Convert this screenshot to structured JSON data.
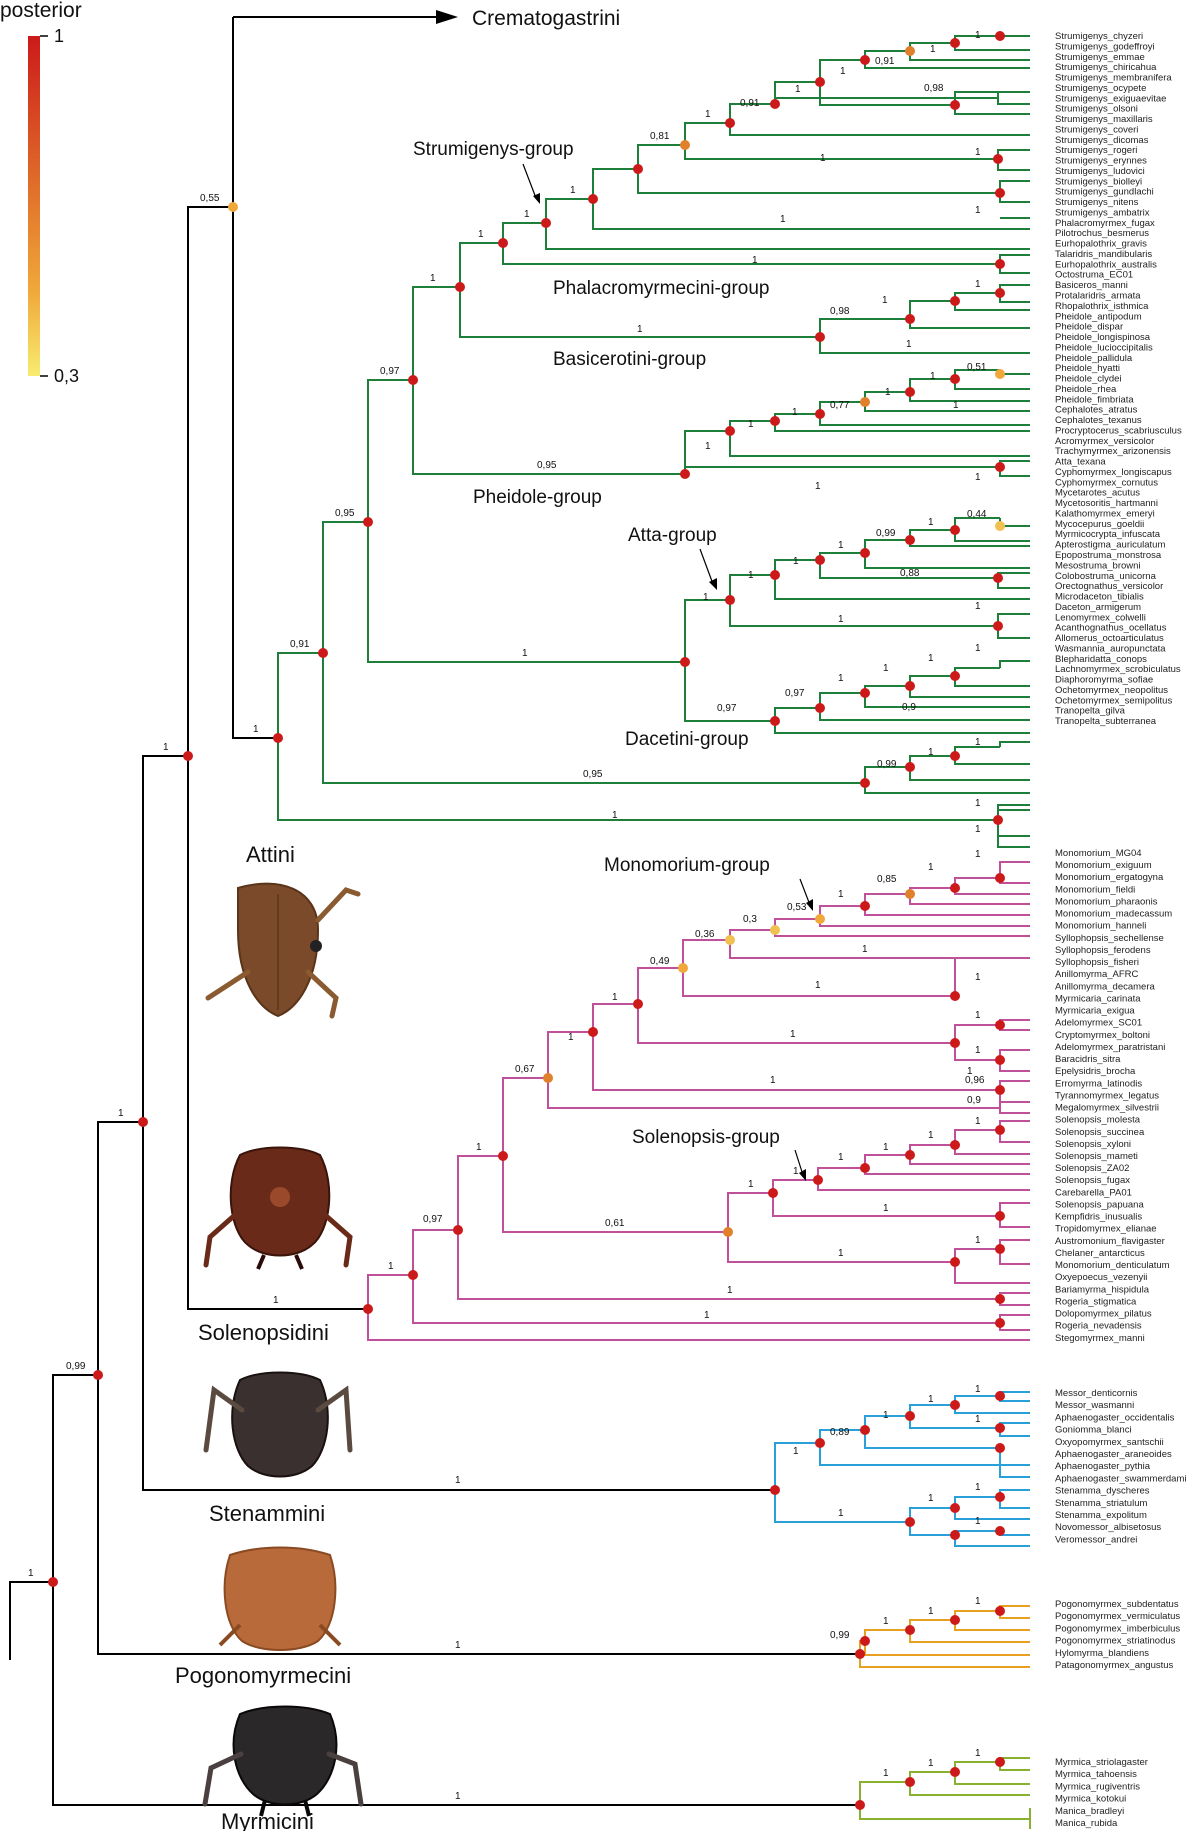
{
  "legend": {
    "title": "posterior",
    "max": "1",
    "min": "0,3",
    "colors": [
      "#cc1a1a",
      "#e0702a",
      "#f0a83a",
      "#f8ec70"
    ]
  },
  "colors": {
    "attini": "#1e7f3a",
    "solenopsidini": "#c0509a",
    "stenammini": "#2aa0d8",
    "pogonomyrmecini": "#e8a020",
    "myrmicini": "#8ab030",
    "spine": "#000000",
    "node_high": "#cc1a1a",
    "node_mid": "#e0802a",
    "node_low": "#f0c050"
  },
  "outgroup": {
    "label": "Crematogastrini"
  },
  "tribes": {
    "attini": "Attini",
    "solenopsidini": "Solenopsidini",
    "stenammini": "Stenammini",
    "pogonomyrmecini": "Pogonomyrmecini",
    "myrmicini": "Myrmicini"
  },
  "groups": {
    "strumigenys": "Strumigenys-group",
    "phalacromyrmecini": "Phalacromyrmecini-group",
    "basicerotini": "Basicerotini-group",
    "pheidole": "Pheidole-group",
    "atta": "Atta-group",
    "dacetini": "Dacetini-group",
    "monomorium": "Monomorium-group",
    "solenopsis": "Solenopsis-group"
  },
  "images": {
    "attini": "ant-head-brown-icon",
    "solenopsidini": "ant-head-dark-red-icon",
    "stenammini": "ant-head-black-icon",
    "pogonomyrmecini": "ant-head-orange-icon",
    "myrmicini": "ant-head-black-icon"
  },
  "supports": {
    "root": "1",
    "n099": "0,99",
    "n1a": "1",
    "n1b": "1",
    "n055": "0,55",
    "attini_crown": "1",
    "n091": "0,91",
    "n095": "0,95",
    "n097": "0,97",
    "n1c": "1",
    "n1d": "1",
    "n1e": "1",
    "n081": "0,81",
    "n091b": "0,91",
    "n098": "0,98",
    "n095b": "0,95",
    "n077": "0,77",
    "n051": "0,51",
    "n044": "0,44",
    "n099b": "0,99",
    "n088": "0,88",
    "n097b": "0,97",
    "n097c": "0,97",
    "n09": "0,9",
    "n099c": "0,99",
    "n095c": "0,95",
    "n1f": "1",
    "n1g": "1",
    "n097d": "0,97",
    "n1h": "1",
    "n067": "0,67",
    "n1i": "1",
    "n1j": "1",
    "n049": "0,49",
    "n036": "0,36",
    "n03": "0,3",
    "n053": "0,53",
    "n085": "0,85",
    "n096": "0,96",
    "n09b": "0,9",
    "n061": "0,61",
    "n089": "0,89",
    "n099d": "0,99"
  },
  "tips": {
    "attini": [
      "Strumigenys_chyzeri",
      "Strumigenys_godeffroyi",
      "Strumigenys_emmae",
      "Strumigenys_chiricahua",
      "Strumigenys_membranifera",
      "Strumigenys_ocypete",
      "Strumigenys_exiguaevitae",
      "Strumigenys_olsoni",
      "Strumigenys_maxillaris",
      "Strumigenys_coveri",
      "Strumigenys_dicomas",
      "Strumigenys_rogeri",
      "Strumigenys_erynnes",
      "Strumigenys_ludovici",
      "Strumigenys_biolleyi",
      "Strumigenys_gundlachi",
      "Strumigenys_nitens",
      "Strumigenys_ambatrix",
      "Phalacromyrmex_fugax",
      "Pilotrochus_besmerus",
      "Eurhopalothrix_gravis",
      "Talaridris_mandibularis",
      "Eurhopalothrix_australis",
      "Octostruma_EC01",
      "Basiceros_manni",
      "Protalaridris_armata",
      "Rhopalothrix_isthmica",
      "Pheidole_antipodum",
      "Pheidole_dispar",
      "Pheidole_longispinosa",
      "Pheidole_lucioccipitalis",
      "Pheidole_pallidula",
      "Pheidole_hyatti",
      "Pheidole_clydei",
      "Pheidole_rhea",
      "Pheidole_fimbriata",
      "Cephalotes_atratus",
      "Cephalotes_texanus",
      "Procryptocerus_scabriusculus",
      "Acromyrmex_versicolor",
      "Trachymyrmex_arizonensis",
      "Atta_texana",
      "Cyphomyrmex_longiscapus",
      "Cyphomyrmex_cornutus",
      "Mycetarotes_acutus",
      "Mycetosoritis_hartmanni",
      "Kalathomyrmex_emeryi",
      "Mycocepurus_goeldii",
      "Myrmicocrypta_infuscata",
      "Apterostigma_auriculatum",
      "Epopostruma_monstrosa",
      "Mesostruma_browni",
      "Colobostruma_unicorna",
      "Orectognathus_versicolor",
      "Microdaceton_tibialis",
      "Daceton_armigerum",
      "Lenomyrmex_colwelli",
      "Acanthognathus_ocellatus",
      "Allomerus_octoarticulatus",
      "Wasmannia_auropunctata",
      "Blepharidatta_conops",
      "Lachnomyrmex_scrobiculatus",
      "Diaphoromyrma_sofiae",
      "Ochetomyrmex_neopolitus",
      "Ochetomyrmex_semipolitus",
      "Tranopelta_gilva",
      "Tranopelta_subterranea"
    ],
    "solenopsidini": [
      "Monomorium_MG04",
      "Monomorium_exiguum",
      "Monomorium_ergatogyna",
      "Monomorium_fieldi",
      "Monomorium_pharaonis",
      "Monomorium_madecassum",
      "Monomorium_hanneli",
      "Syllophopsis_sechellense",
      "Syllophopsis_ferodens",
      "Syllophopsis_fisheri",
      "Anillomyrma_AFRC",
      "Anillomyrma_decamera",
      "Myrmicaria_carinata",
      "Myrmicaria_exigua",
      "Adelomyrmex_SC01",
      "Cryptomyrmex_boltoni",
      "Adelomyrmex_paratristani",
      "Baracidris_sitra",
      "Epelysidris_brocha",
      "Erromyrma_latinodis",
      "Tyrannomyrmex_legatus",
      "Megalomyrmex_silvestrii",
      "Solenopsis_molesta",
      "Solenopsis_succinea",
      "Solenopsis_xyloni",
      "Solenopsis_mameti",
      "Solenopsis_ZA02",
      "Solenopsis_fugax",
      "Carebarella_PA01",
      "Solenopsis_papuana",
      "Kempfidris_inusualis",
      "Tropidomyrmex_elianae",
      "Austromonium_flavigaster",
      "Chelaner_antarcticus",
      "Monomorium_denticulatum",
      "Oxyepoecus_vezenyii",
      "Bariamyrma_hispidula",
      "Rogeria_stigmatica",
      "Dolopomyrmex_pilatus",
      "Rogeria_nevadensis",
      "Stegomyrmex_manni"
    ],
    "stenammini": [
      "Messor_denticornis",
      "Messor_wasmanni",
      "Aphaenogaster_occidentalis",
      "Goniomma_blanci",
      "Oxyopomyrmex_santschii",
      "Aphaenogaster_araneoides",
      "Aphaenogaster_pythia",
      "Aphaenogaster_swammerdami",
      "Stenamma_dyscheres",
      "Stenamma_striatulum",
      "Stenamma_expolitum",
      "Novomessor_albisetosus",
      "Veromessor_andrei"
    ],
    "pogonomyrmecini": [
      "Pogonomyrmex_subdentatus",
      "Pogonomyrmex_vermiculatus",
      "Pogonomyrmex_imberbiculus",
      "Pogonomyrmex_striatinodus",
      "Hylomyrma_blandiens",
      "Patagonomyrmex_angustus"
    ],
    "myrmicini": [
      "Myrmica_striolagaster",
      "Myrmica_tahoensis",
      "Myrmica_rugiventris",
      "Myrmica_kotokui",
      "Manica_bradleyi",
      "Manica_rubida"
    ]
  }
}
